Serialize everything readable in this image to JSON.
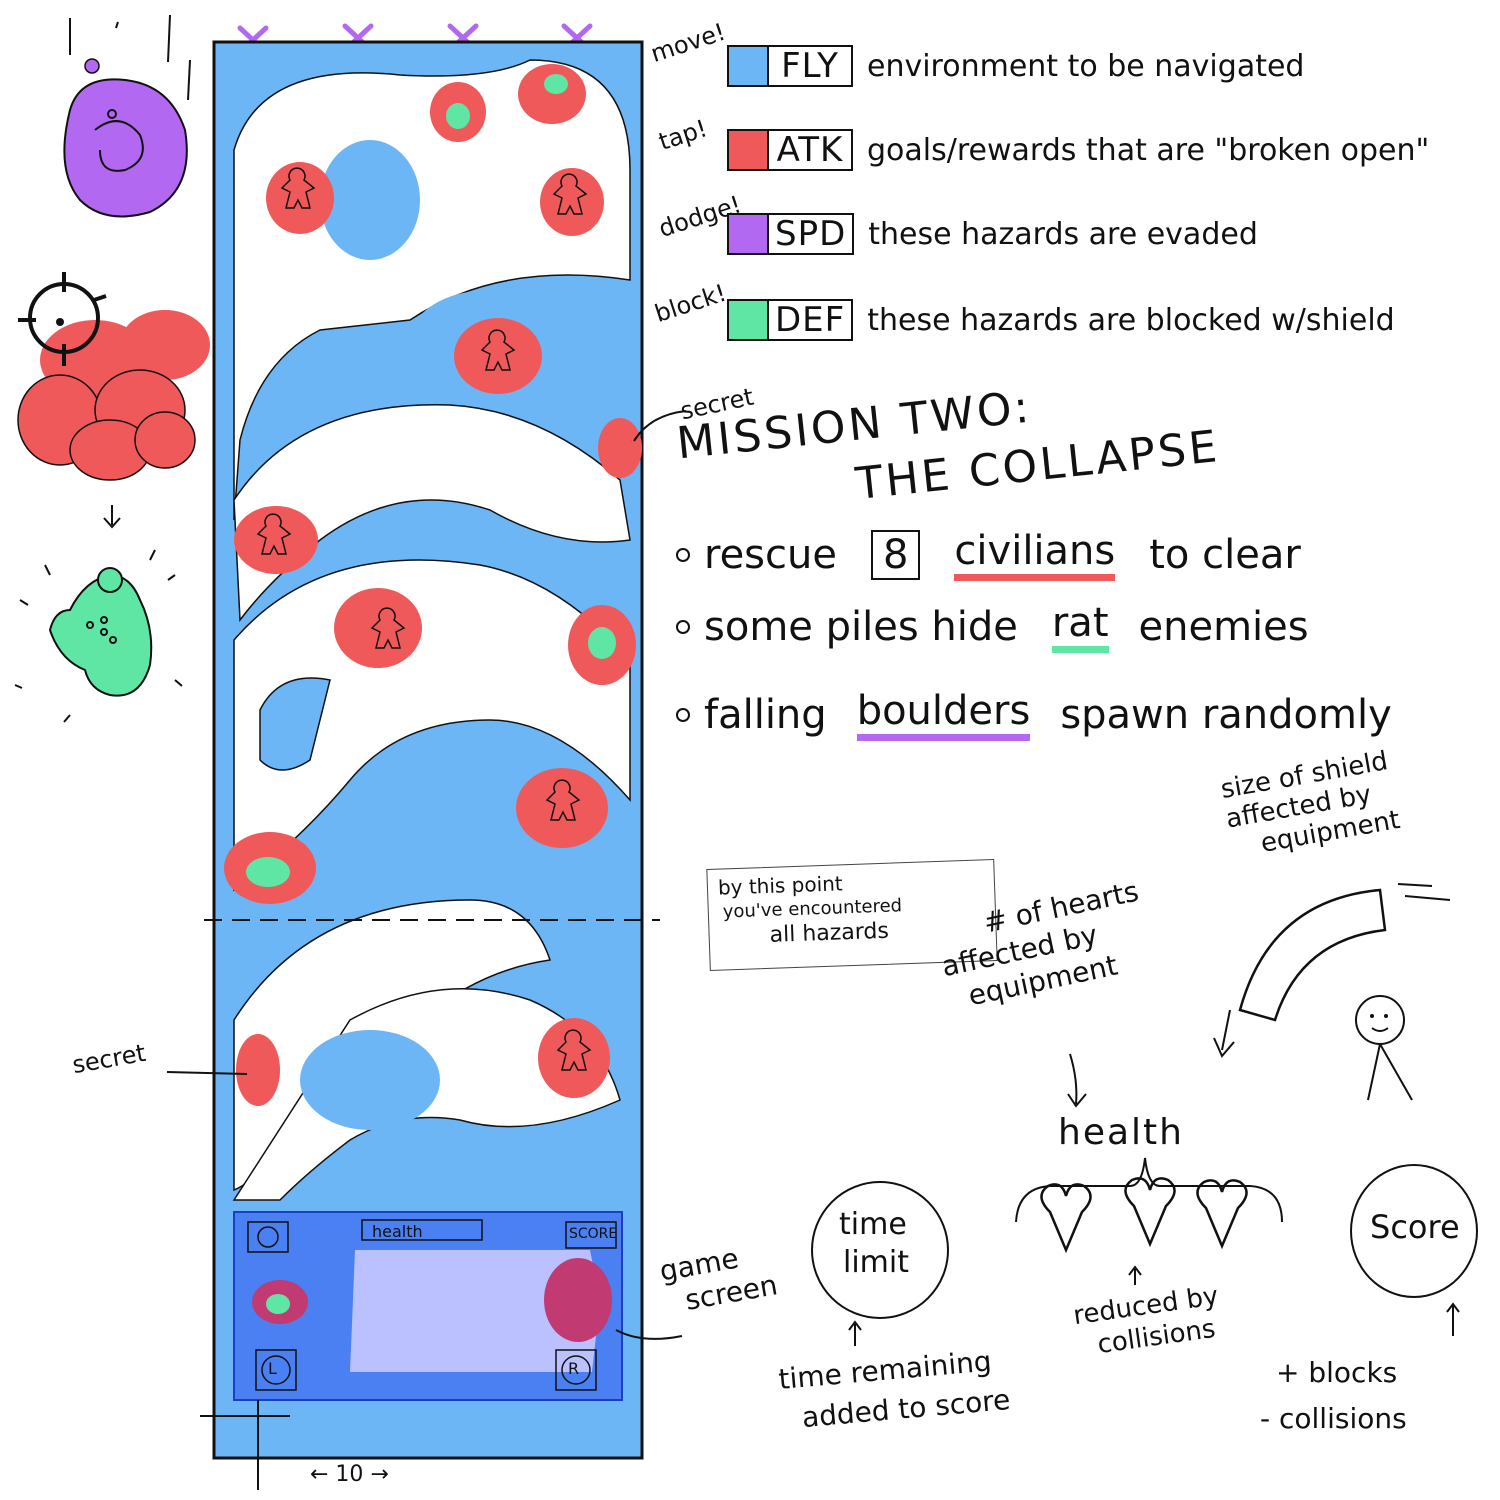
{
  "legend": [
    {
      "verb": "move!",
      "code": "FLY",
      "color": "#6db6f6",
      "desc": "environment to be navigated"
    },
    {
      "verb": "tap!",
      "code": "ATK",
      "color": "#f0595a",
      "desc": "goals/rewards that are \"broken open\""
    },
    {
      "verb": "dodge!",
      "code": "SPD",
      "color": "#b368f2",
      "desc": "these hazards are evaded"
    },
    {
      "verb": "block!",
      "code": "DEF",
      "color": "#5fe6a4",
      "desc": "these hazards are blocked w/shield"
    }
  ],
  "mission": {
    "title": "MISSION TWO:",
    "subtitle": "THE COLLAPSE",
    "bullets": [
      {
        "pre": "rescue",
        "num": "8",
        "em": "civilians",
        "post": "to clear"
      },
      {
        "pre": "some piles hide",
        "em": "rat",
        "post": "enemies"
      },
      {
        "pre": "falling",
        "em": "boulders",
        "post": "spawn randomly"
      }
    ]
  },
  "map": {
    "secret_top": "secret",
    "secret_left": "secret",
    "note": [
      "by this point",
      "you've encountered",
      "all hazards"
    ],
    "game_screen": [
      "game",
      "screen"
    ],
    "width_label": "← 10 →"
  },
  "hud": {
    "health": "health",
    "score": "SCORE",
    "left_btn": "L",
    "right_btn": "R"
  },
  "annotations": {
    "shield": [
      "size of shield",
      "affected by",
      "equipment"
    ],
    "hearts_note": [
      "# of hearts",
      "affected by",
      "equipment"
    ],
    "health_label": "health",
    "health_sub": [
      "reduced by",
      "collisions"
    ],
    "time": [
      "time",
      "limit"
    ],
    "time_sub": [
      "time remaining",
      "added to score"
    ],
    "score": "Score",
    "score_sub": [
      "+ blocks",
      "- collisions"
    ]
  },
  "colors": {
    "fly": "#6db6f6",
    "atk": "#f0595a",
    "spd": "#b368f2",
    "def": "#5fe6a4",
    "hud": "#3f6ef0"
  }
}
